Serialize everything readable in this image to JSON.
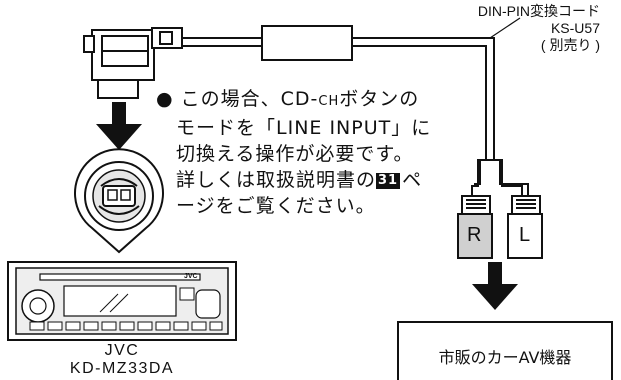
{
  "cable": {
    "name": "DIN-PIN変換コード",
    "model": "KS-U57",
    "note": "( 別売り )"
  },
  "instruction": {
    "bullet": "●",
    "line1_a": "この場合、CD-",
    "line1_ch": "CH",
    "line1_b": "ボタンの",
    "line2": "モードを「LINE INPUT」に",
    "line3": "切換える操作が必要です。",
    "line4_a": "詳しくは取扱説明書の",
    "line4_ref": "31",
    "line4_b": "ペ",
    "line5": "ージをご覧ください。"
  },
  "headunit": {
    "brand": "JVC",
    "model": "KD-MZ33DA",
    "faceplate_brand": "JVC"
  },
  "plugs": {
    "right": "R",
    "left": "L"
  },
  "target_device": "市販のカーAV機器"
}
